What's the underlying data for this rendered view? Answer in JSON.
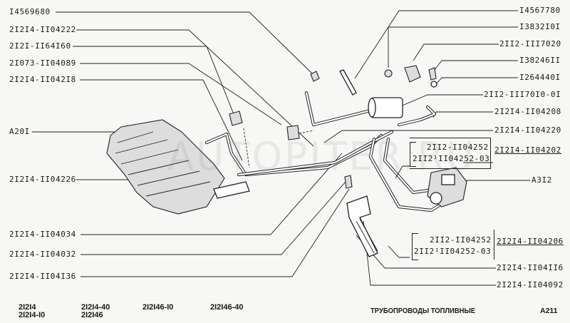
{
  "diagram": {
    "title": "ТРУБОПРОВОДЫ ТОПЛИВНЫЕ",
    "page_code": "A211",
    "watermark": "AUTOPITER.RU",
    "left_labels": [
      {
        "id": "l1",
        "part": "I4569680"
      },
      {
        "id": "l2",
        "part": "2I2I4-II04222"
      },
      {
        "id": "l3",
        "part": "2I2I-II64I60"
      },
      {
        "id": "l4",
        "part": "2I073-II04089"
      },
      {
        "id": "l5",
        "part": "2I2I4-II042I8"
      },
      {
        "id": "l6",
        "part": "A20I"
      },
      {
        "id": "l7",
        "part": "2I2I4-II04226"
      },
      {
        "id": "l8",
        "part": "2I2I4-II04034"
      },
      {
        "id": "l9",
        "part": "2I2I4-II04032"
      },
      {
        "id": "l10",
        "part": "2I2I4-II04I36"
      }
    ],
    "right_labels": [
      {
        "id": "r1",
        "part": "I4567780"
      },
      {
        "id": "r2",
        "part": "I3832I0I"
      },
      {
        "id": "r3",
        "part": "2II2-III7020"
      },
      {
        "id": "r4",
        "part": "I38246II"
      },
      {
        "id": "r5",
        "part": "I264440I"
      },
      {
        "id": "r6",
        "part": "2II2-III70I0-0I"
      },
      {
        "id": "r7",
        "part": "2I2I4-II04208"
      },
      {
        "id": "r8",
        "part": "2I2I4-II04220"
      },
      {
        "id": "r9",
        "part": "2I2I4-II04202",
        "underlined": true
      },
      {
        "id": "r10",
        "part": "A3I2"
      },
      {
        "id": "r11",
        "part": "2I2I4-II04206",
        "underlined": true
      },
      {
        "id": "r12",
        "part": "2I2I4-II04II6"
      },
      {
        "id": "r13",
        "part": "2I2I4-II04092"
      }
    ],
    "bracket_groups": [
      {
        "id": "b1",
        "lines": [
          "2II2-II04252",
          "2II2¹II04252-03"
        ]
      },
      {
        "id": "b2",
        "lines": [
          "2II2-II04252",
          "2II2¹II04252-03"
        ]
      }
    ],
    "models": [
      [
        "2I2I4",
        "2I2I4-I0"
      ],
      [
        "2I2I4-40",
        "2I2I46"
      ],
      [
        "2I2I46-I0"
      ],
      [
        "2I2I46-40"
      ]
    ]
  }
}
